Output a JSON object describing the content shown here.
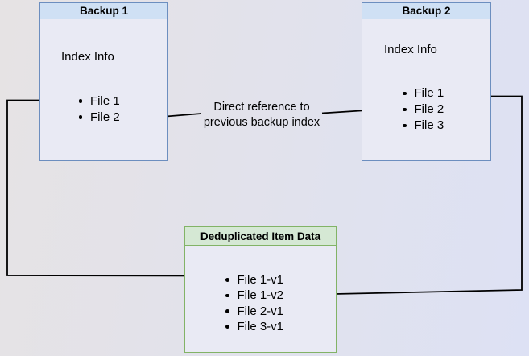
{
  "backup1": {
    "title": "Backup 1",
    "subtitle": "Index Info",
    "items": [
      "File 1",
      "File 2"
    ]
  },
  "backup2": {
    "title": "Backup 2",
    "subtitle": "Index Info",
    "items": [
      "File 1",
      "File 2",
      "File 3"
    ]
  },
  "dedup": {
    "title": "Deduplicated Item Data",
    "items": [
      "File 1-v1",
      "File 1-v2",
      "File 2-v1",
      "File 3-v1"
    ]
  },
  "annotation": {
    "line1": "Direct reference to",
    "line2": "previous backup index"
  },
  "colors": {
    "bg-start": "#e6e3e4",
    "bg-end": "#dde1f4",
    "box-body": "#e9eaf4",
    "blue-header": "#cfe0f4",
    "blue-border": "#6c8ebf",
    "green-header": "#d5e8d4",
    "green-border": "#82b366",
    "line": "#000000",
    "text": "#000000"
  }
}
